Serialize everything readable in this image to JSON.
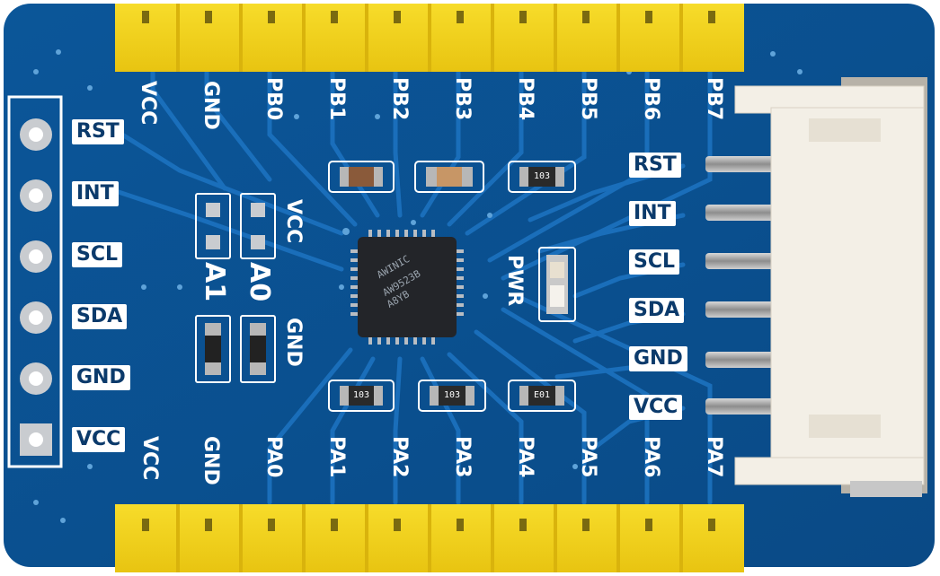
{
  "colors": {
    "pcb": "#0d5aa0",
    "pcb_dark": "#0a4680",
    "trace": "#1a6cb8",
    "silk": "#ffffff",
    "header": "#f2d21a",
    "connector": "#f3efe6",
    "chip": "#222427"
  },
  "left_labels": [
    "RST",
    "INT",
    "SCL",
    "SDA",
    "GND",
    "VCC"
  ],
  "right_labels": [
    "RST",
    "INT",
    "SCL",
    "SDA",
    "GND",
    "VCC"
  ],
  "top_labels": [
    "VCC",
    "GND",
    "PB0",
    "PB1",
    "PB2",
    "PB3",
    "PB4",
    "PB5",
    "PB6",
    "PB7"
  ],
  "bottom_labels": [
    "VCC",
    "GND",
    "PA0",
    "PA1",
    "PA2",
    "PA3",
    "PA4",
    "PA5",
    "PA6",
    "PA7"
  ],
  "address": {
    "a1": "A1",
    "a0": "A0",
    "vcc": "VCC",
    "gnd": "GND"
  },
  "pwr_label": "PWR",
  "chip": {
    "line1": "AWINIC",
    "line2": "AW9523B",
    "line3": "A8YB"
  },
  "resistors": {
    "top": "103",
    "bottom_left": "103",
    "bottom_mid": "103",
    "bottom_right": "E01"
  }
}
